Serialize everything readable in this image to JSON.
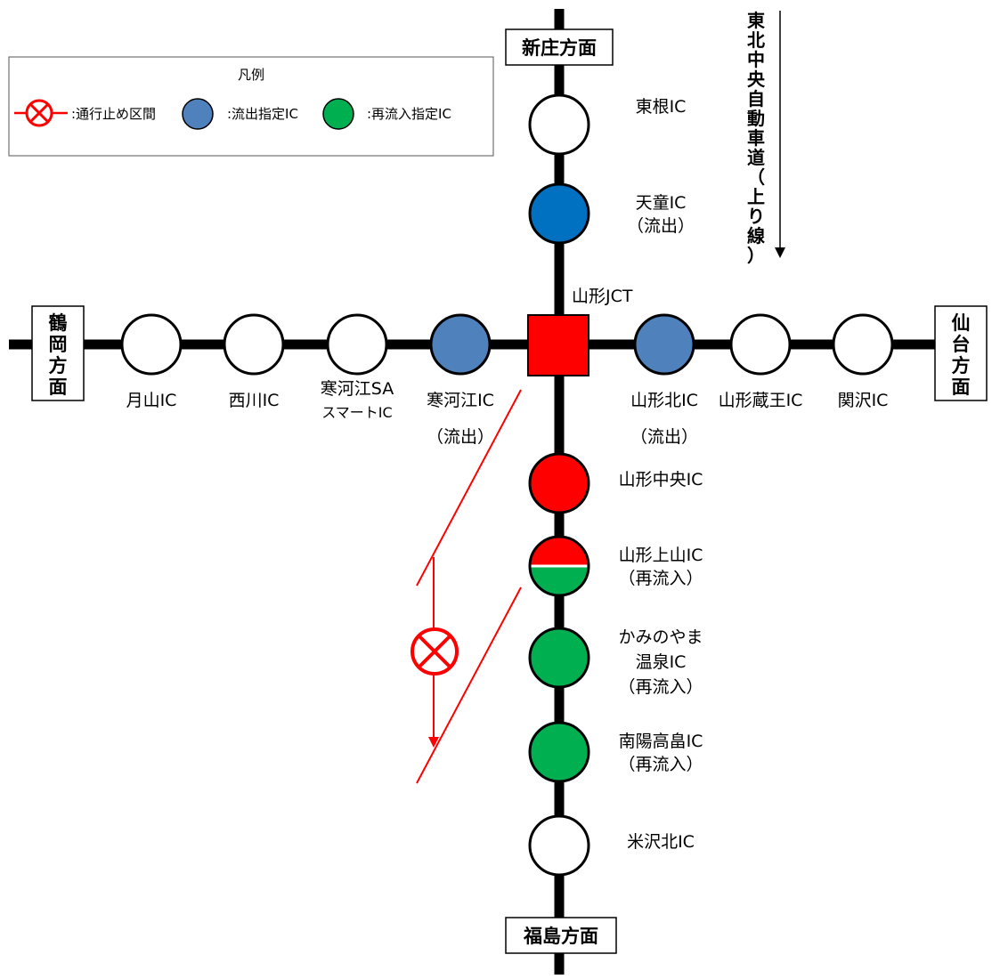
{
  "colors": {
    "line": "#000000",
    "outflow": "#4f81bd",
    "outflow_dark": "#0070c0",
    "reentry": "#00b050",
    "closed": "#ff0000",
    "closure_line": "#ff0000",
    "open": "#ffffff"
  },
  "legend": {
    "title": "凡例",
    "items": [
      {
        "symbol": "closure-icon",
        "label": ":通行止め区間"
      },
      {
        "symbol": "blue-circle-icon",
        "label": ":流出指定IC"
      },
      {
        "symbol": "green-circle-icon",
        "label": ":再流入指定IC"
      }
    ]
  },
  "directions": {
    "north": "新庄方面",
    "south": "福島方面",
    "west": "鶴岡方面",
    "east": "仙台方面"
  },
  "highway": {
    "name": "東北中央自動車道",
    "direction": "（上り線）"
  },
  "junction": {
    "label": "山形JCT"
  },
  "vertical_ics": [
    {
      "name": "東根IC",
      "note": "",
      "status": "open"
    },
    {
      "name": "天童IC",
      "note": "（流出）",
      "status": "outflow_dark"
    },
    {
      "name": "山形中央IC",
      "note": "",
      "status": "closed"
    },
    {
      "name": "山形上山IC",
      "note": "（再流入）",
      "status": "split"
    },
    {
      "name": "かみのやま",
      "name2": "温泉IC",
      "note": "（再流入）",
      "status": "reentry"
    },
    {
      "name": "南陽高畠IC",
      "note": "（再流入）",
      "status": "reentry"
    },
    {
      "name": "米沢北IC",
      "note": "",
      "status": "open"
    }
  ],
  "horizontal_ics": [
    {
      "name": "月山IC",
      "note": "",
      "status": "open"
    },
    {
      "name": "西川IC",
      "note": "",
      "status": "open"
    },
    {
      "name": "寒河江SA",
      "name2": "スマートIC",
      "note": "",
      "status": "open"
    },
    {
      "name": "寒河江IC",
      "note": "（流出）",
      "status": "outflow"
    },
    {
      "name": "山形北IC",
      "note": "（流出）",
      "status": "outflow"
    },
    {
      "name": "山形蔵王IC",
      "note": "",
      "status": "open"
    },
    {
      "name": "関沢IC",
      "note": "",
      "status": "open"
    }
  ]
}
